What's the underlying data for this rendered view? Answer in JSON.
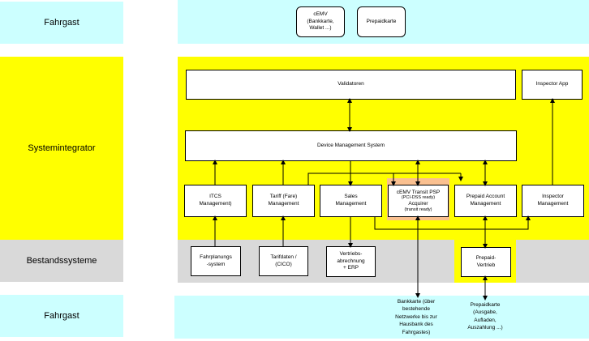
{
  "lanes": {
    "passenger_top": "Fahrgast",
    "system_integrator": "Systemintegrator",
    "legacy_systems": "Bestandssysteme",
    "passenger_bottom": "Fahrgast"
  },
  "passenger_top": {
    "cemv_card": "cEMV\n(Bankkarte,\nWallet ...)",
    "prepaid_card": "Prepaidkarte"
  },
  "integrator": {
    "validators": "Validatoren",
    "inspector_app": "Inspector App",
    "device_management": "Device Management  System",
    "itcs": "ITCS\nManagement)",
    "tariff": "Tariff (Fare)\nManagement",
    "sales": "Sales\nManagement",
    "psp_line1": "cEMV  Transit PSP",
    "psp_line2": "(PCI-DSS ready)",
    "psp_line3": "Acquirer",
    "psp_line4": "(transit ready)",
    "prepaid_account": "Prepaid Account\nManagement",
    "inspector_mgmt": "Inspector\nManagement"
  },
  "legacy": {
    "timetable": "Fahrplanungs\n-system",
    "tariff_data": "Tarifdaten /\n(CICO)",
    "sales_accounting": "Vertriebs-\nabrechnung\n+ ERP",
    "prepaid_sales": "Prepaid-\nVertrieb"
  },
  "passenger_bottom": {
    "bank_card_note": "Bankkarte (über\nbestehende\nNetzwerke bis zur\nHausbank des\nFahrgastes)",
    "prepaid_note": "Prepaidkarte\n(Ausgabe,\nAufladen,\nAuszahlung ...)"
  }
}
